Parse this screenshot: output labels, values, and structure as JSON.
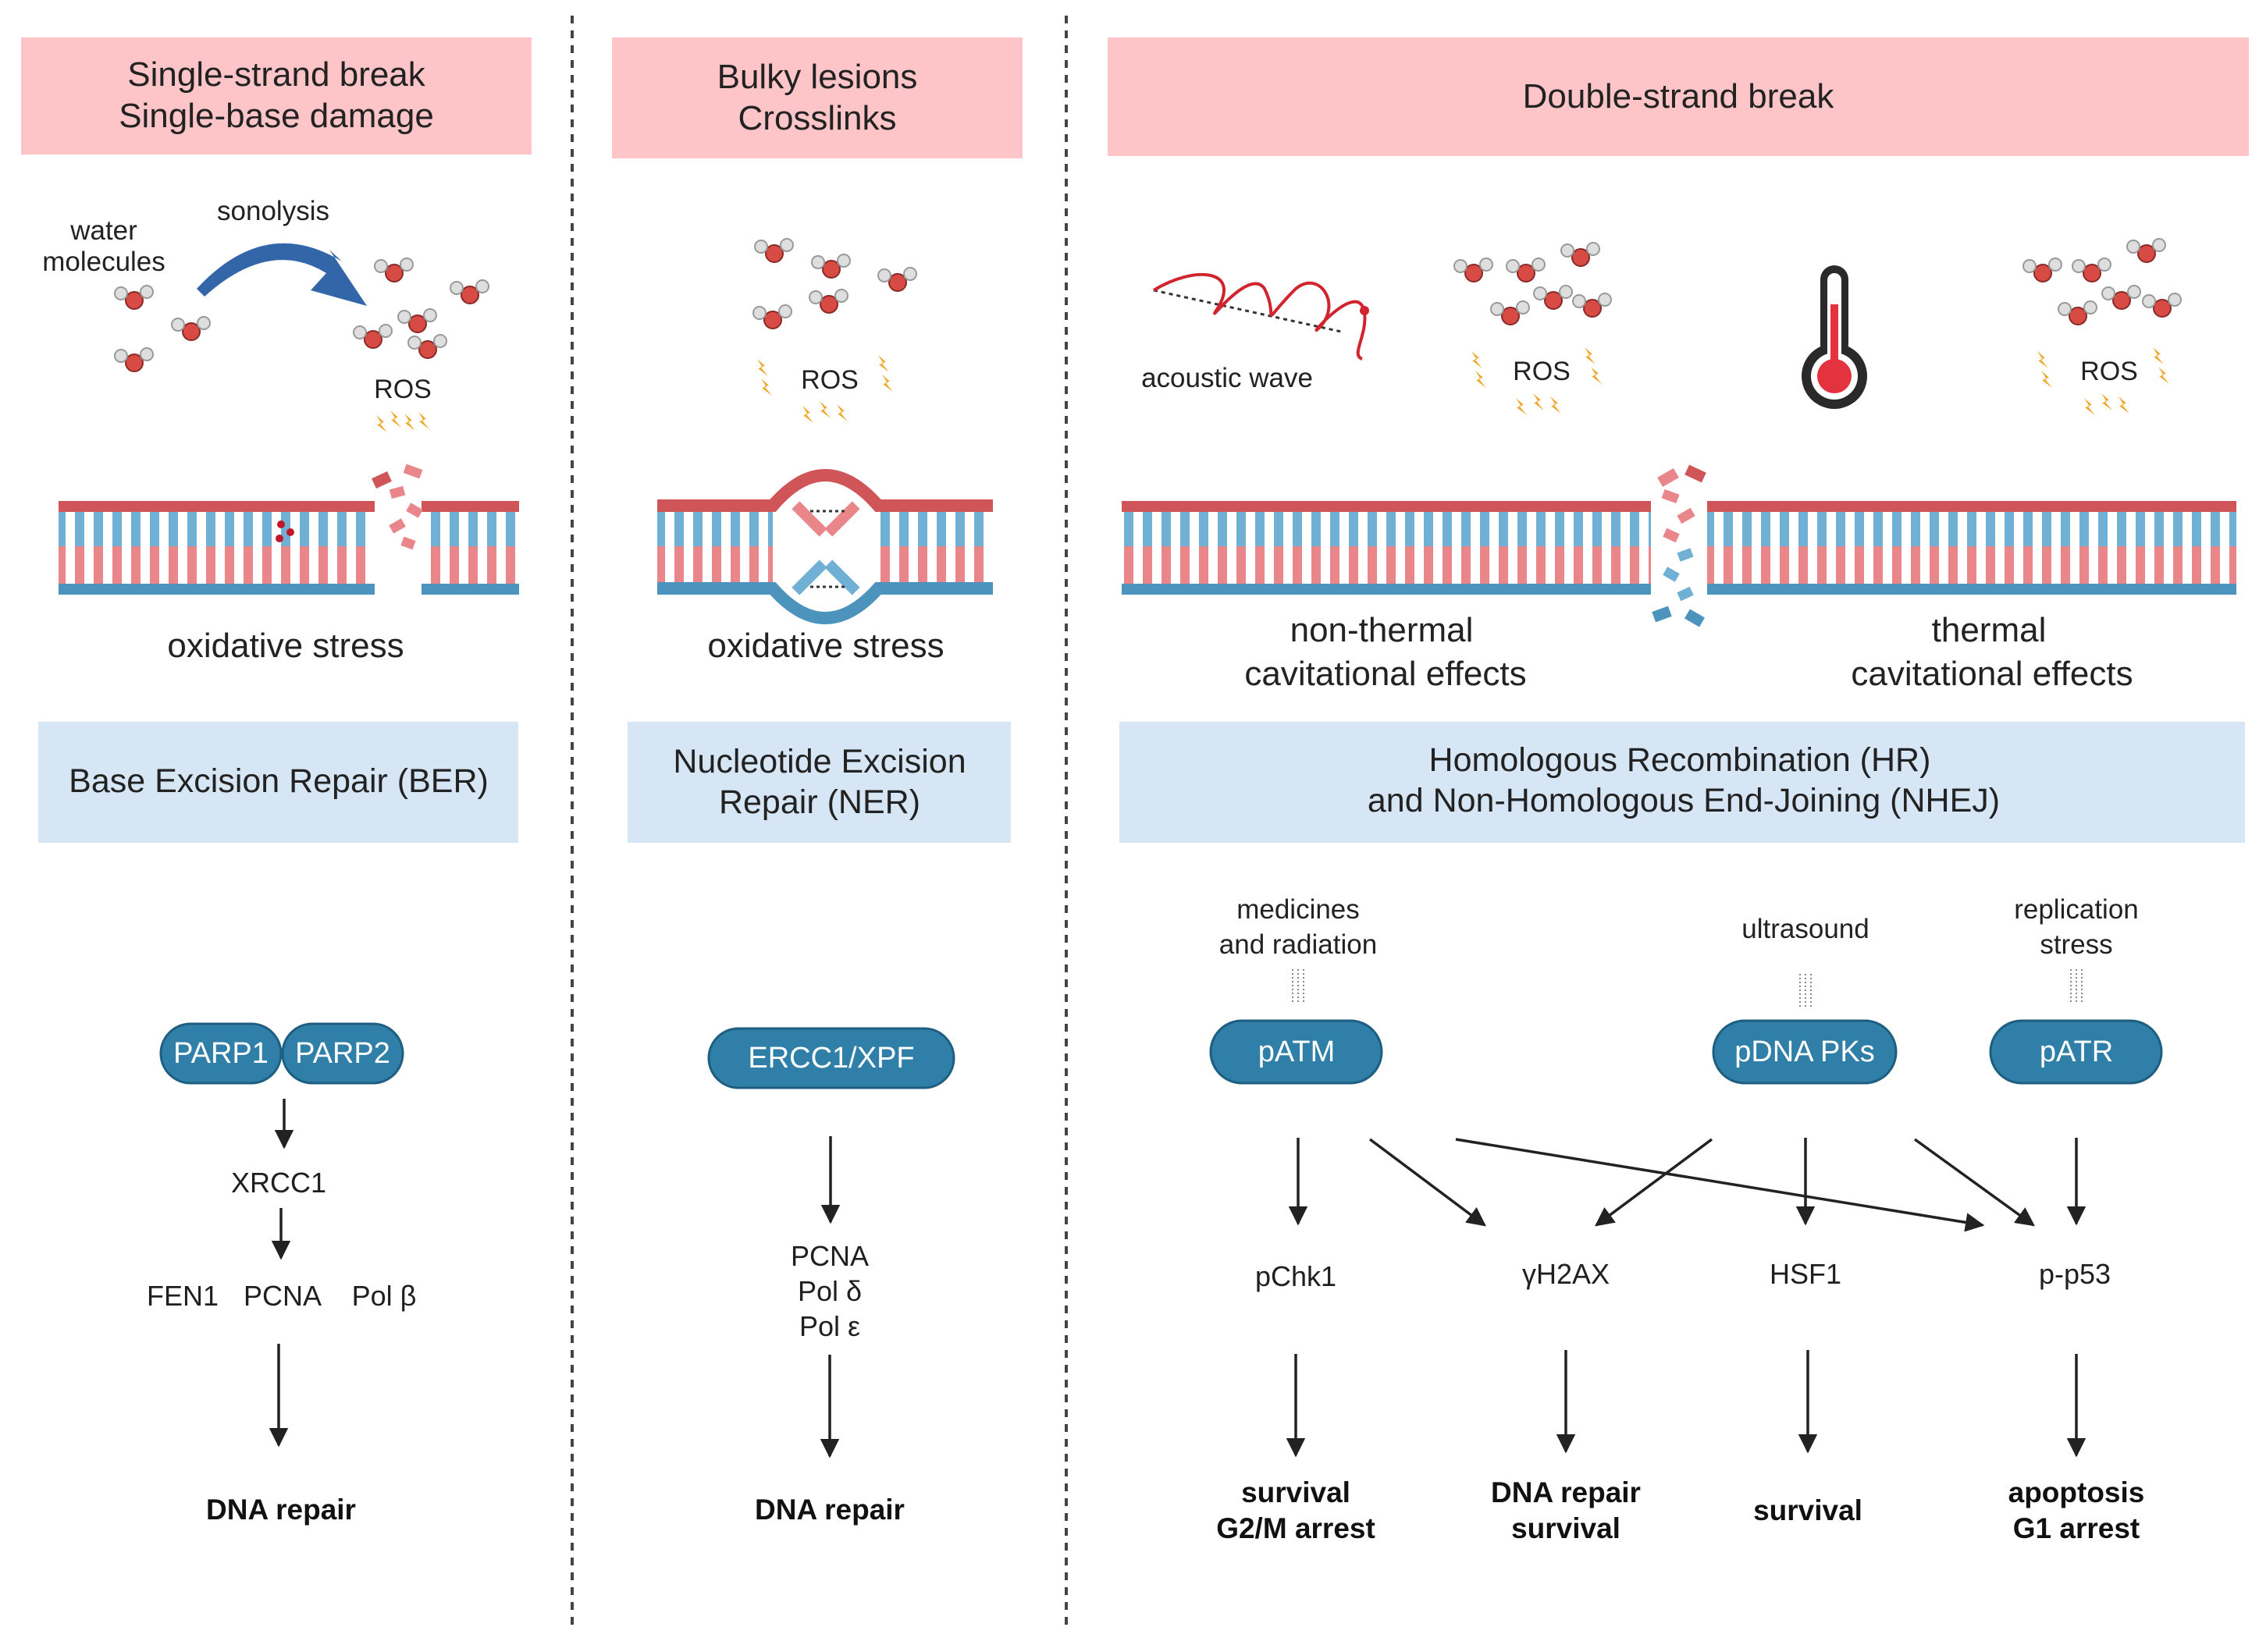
{
  "columns": [
    {
      "header": [
        "Single-strand break",
        "Single-base damage"
      ],
      "labels": {
        "water": [
          "water",
          "molecules"
        ],
        "sonolysis": "sonolysis",
        "ros": "ROS",
        "stress": "oxidative stress"
      },
      "repair": [
        "Base Excision Repair (BER)"
      ],
      "pills": [
        "PARP1",
        "PARP2"
      ],
      "steps": [
        "XRCC1",
        "FEN1",
        "PCNA",
        "Pol β"
      ],
      "outcome": [
        "DNA repair"
      ]
    },
    {
      "header": [
        "Bulky lesions",
        "Crosslinks"
      ],
      "labels": {
        "ros": "ROS",
        "stress": "oxidative stress"
      },
      "repair": [
        "Nucleotide Excision",
        "Repair (NER)"
      ],
      "pills": [
        "ERCC1/XPF"
      ],
      "steps": [
        "PCNA",
        "Pol δ",
        "Pol ε"
      ],
      "outcome": [
        "DNA repair"
      ]
    },
    {
      "header": [
        "Double-strand break"
      ],
      "labels": {
        "wave": "acoustic wave",
        "ros": "ROS",
        "nonthermal": [
          "non-thermal",
          "cavitational effects"
        ],
        "thermal": [
          "thermal",
          "cavitational effects"
        ]
      },
      "repair": [
        "Homologous Recombination (HR)",
        "and Non-Homologous End-Joining (NHEJ)"
      ],
      "triggers": [
        {
          "lines": [
            "medicines",
            "and radiation"
          ]
        },
        {
          "lines": [
            "ultrasound"
          ]
        },
        {
          "lines": [
            "replication",
            "stress"
          ]
        }
      ],
      "kinases": [
        "pATM",
        "pDNA PKs",
        "pATR"
      ],
      "targets": [
        "pChk1",
        "γH2AX",
        "HSF1",
        "p-p53"
      ],
      "outcomes": [
        [
          "survival",
          "G2/M arrest"
        ],
        [
          "DNA repair",
          "survival"
        ],
        [
          "survival"
        ],
        [
          "apoptosis",
          "G1 arrest"
        ]
      ]
    }
  ],
  "colors": {
    "header_bg": "#fdc5c8",
    "repair_bg": "#d6e6f5",
    "pill": "#2f7fa8",
    "dna_red": "#d05558",
    "dna_blue": "#4c94be",
    "arrow_blue": "#3266a8",
    "ros_bolt": "#f0a321",
    "thermo_red": "#e2333f"
  }
}
